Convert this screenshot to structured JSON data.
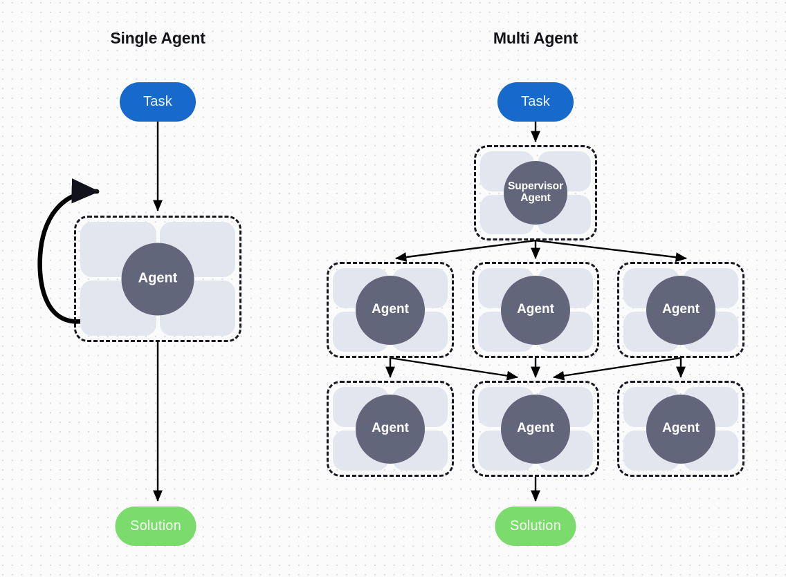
{
  "diagram": {
    "title_left": "Single Agent",
    "title_right": "Multi Agent",
    "labels": {
      "task": "Task",
      "solution": "Solution",
      "agent": "Agent",
      "supervisor_line1": "Supervisor",
      "supervisor_line2": "Agent"
    },
    "colors": {
      "task_fill": "#1769cb",
      "task_text": "#eef6ff",
      "solution_fill": "#7bdc6d",
      "solution_text": "#f2fff0",
      "agent_circle_fill": "#62667a",
      "agent_circle_text": "#ffffff",
      "tile_fill": "#e2e6ef",
      "box_border": "#17171f",
      "arrow": "#000000",
      "background": "#fbfbfb",
      "dot_grid": "#d9d9de",
      "title_text": "#13131a"
    }
  },
  "left_panel": {
    "title": "Single Agent",
    "task_label": "Task",
    "agent_label": "Agent",
    "solution_label": "Solution",
    "self_loop": "feedback-loop"
  },
  "right_panel": {
    "title": "Multi Agent",
    "task_label": "Task",
    "supervisor": {
      "line1": "Supervisor",
      "line2": "Agent"
    },
    "row_middle": [
      {
        "label": "Agent"
      },
      {
        "label": "Agent"
      },
      {
        "label": "Agent"
      }
    ],
    "row_bottom": [
      {
        "label": "Agent"
      },
      {
        "label": "Agent"
      },
      {
        "label": "Agent"
      }
    ],
    "solution_label": "Solution"
  }
}
